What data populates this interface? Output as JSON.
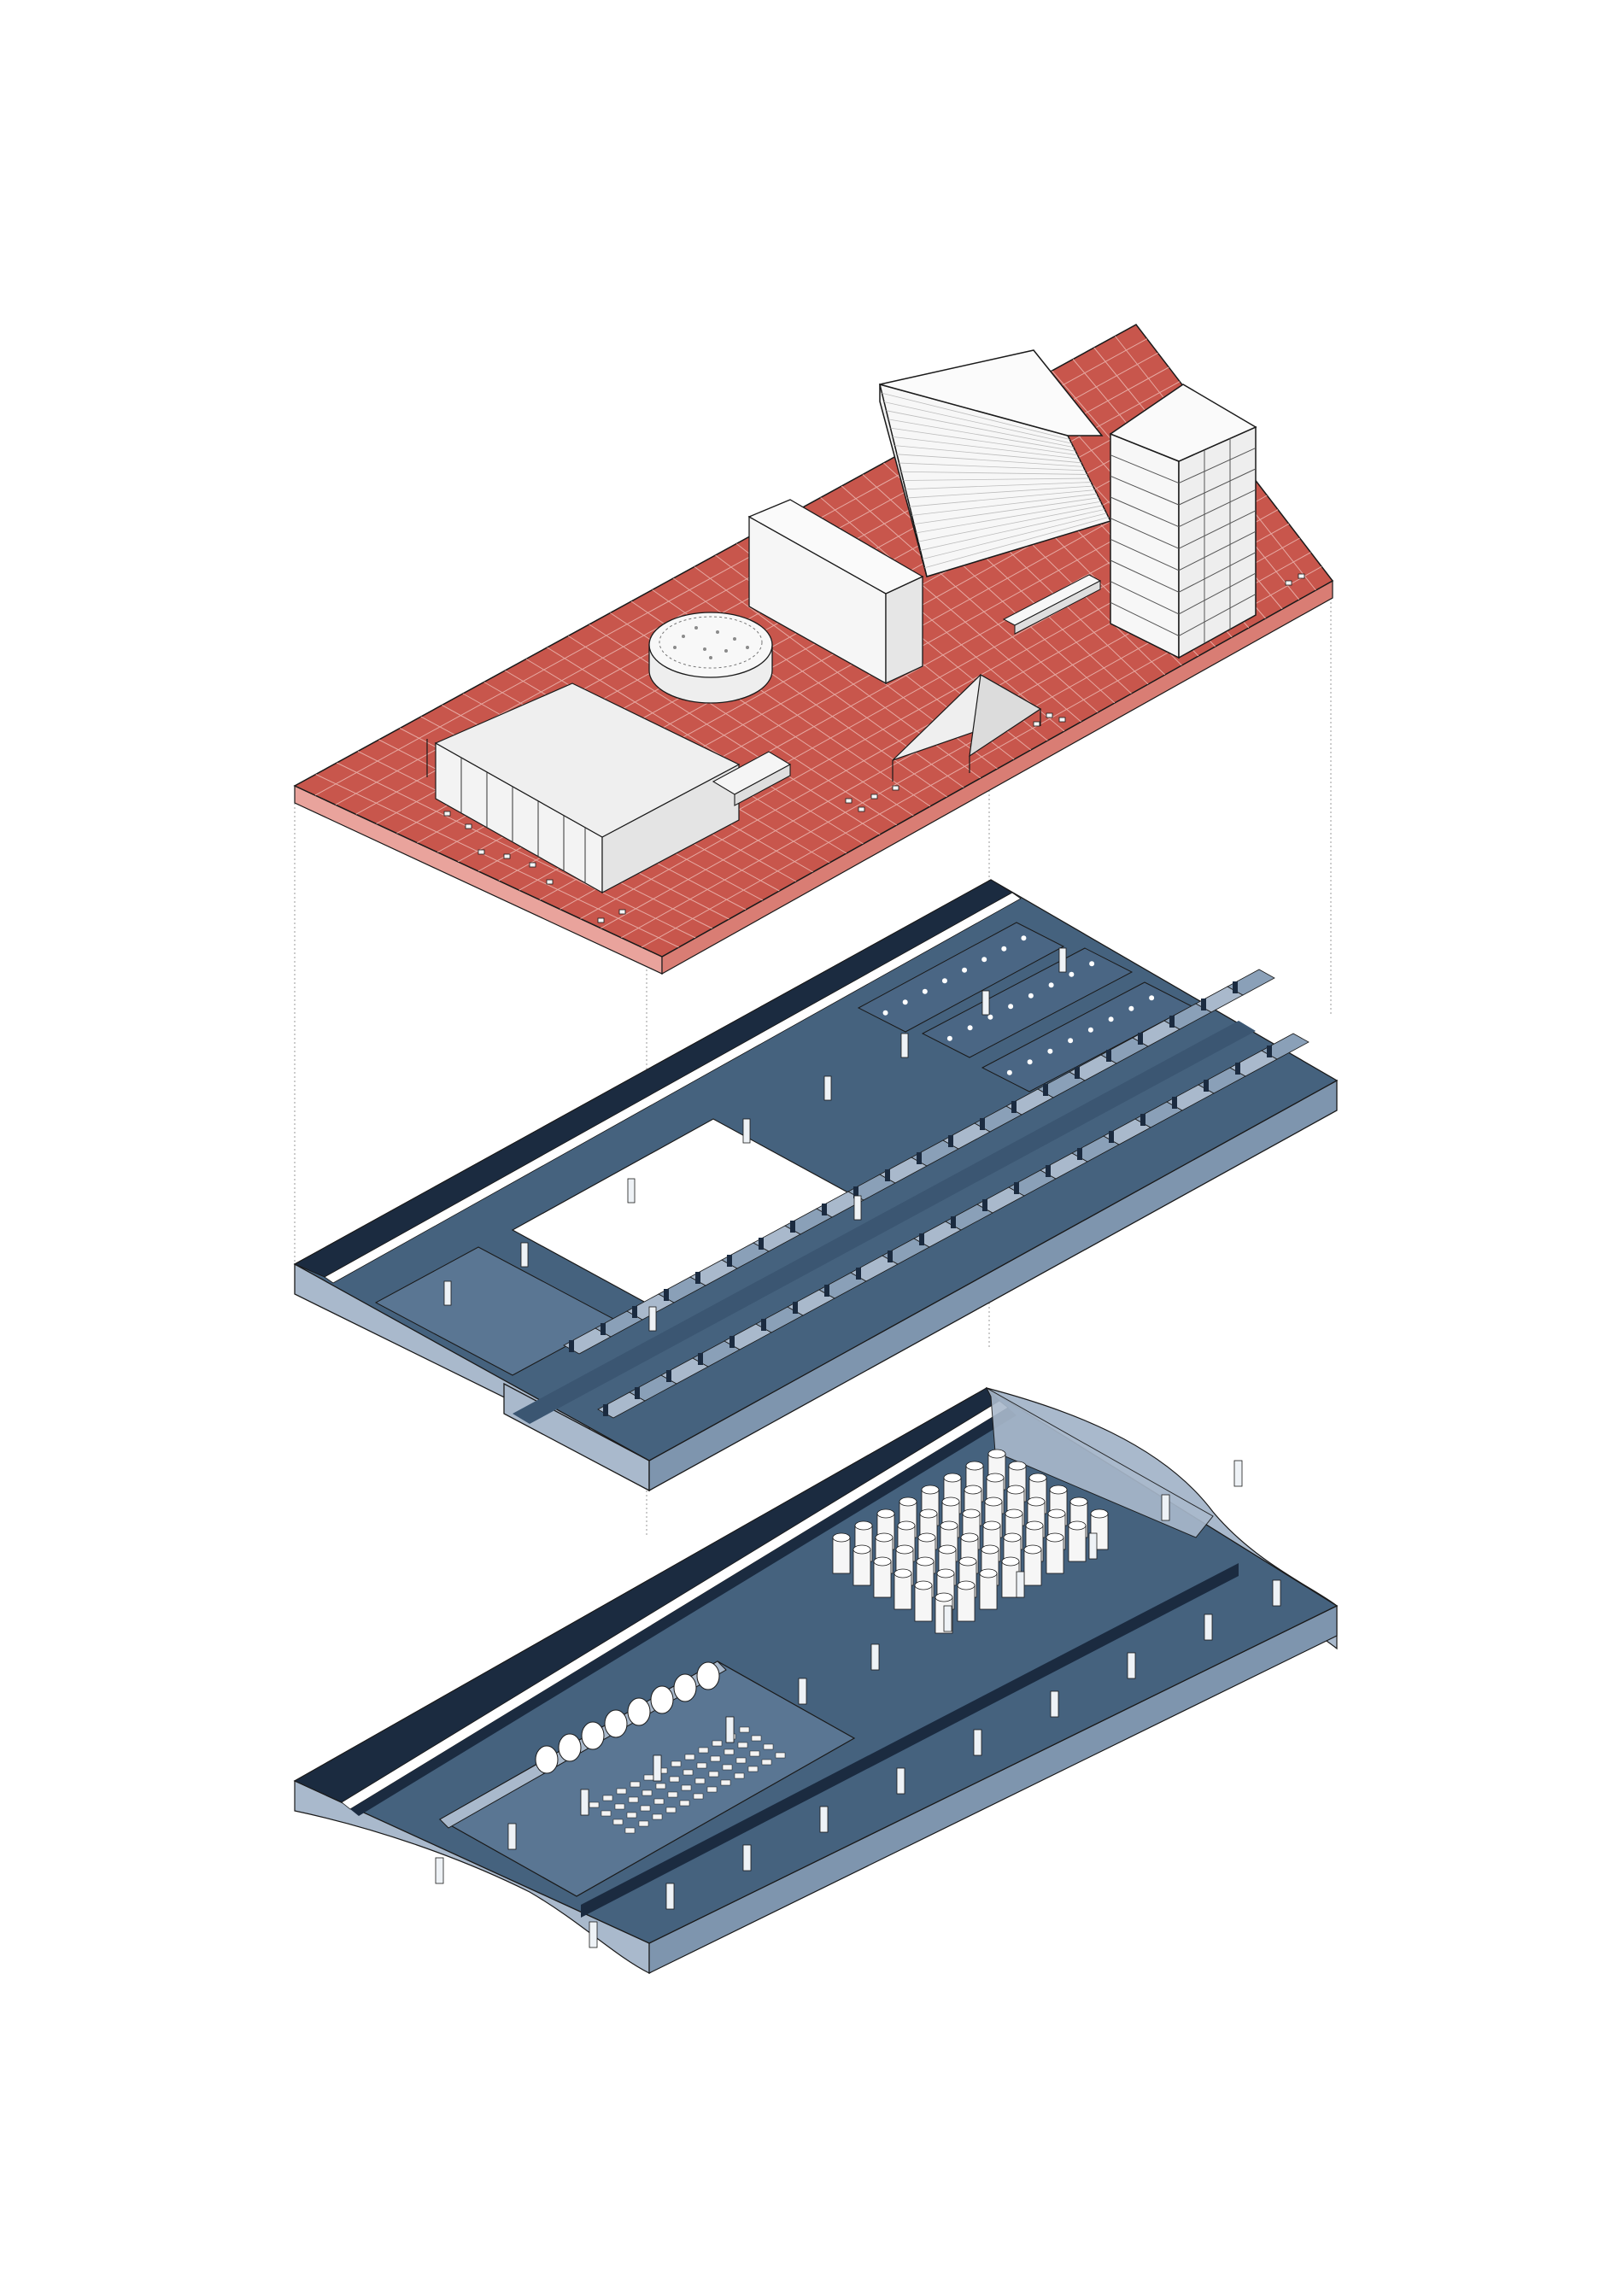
{
  "diagram": {
    "kind": "exploded-axonometric",
    "levels": [
      {
        "id": "roof-plaza",
        "description_visible": false
      },
      {
        "id": "upper-underground-level",
        "description_visible": false
      },
      {
        "id": "lower-underground-level",
        "description_visible": false
      }
    ],
    "colors": {
      "plaza": "#c8564c",
      "plaza_edge": "#e9a39c",
      "plaza_grid": "#e6a9a2",
      "floor": "#45627e",
      "wall_dark": "#1b2b40",
      "wall_light": "#a9b9cc",
      "wall_mid": "#7e95ae",
      "building": "#f7f7f7",
      "outline": "#1a1a1a",
      "guide": "#9a9a9a"
    },
    "counts": {
      "upper_cells_row": 22,
      "lower_tanks_rows": 6,
      "lower_tanks_cols": 8
    }
  }
}
